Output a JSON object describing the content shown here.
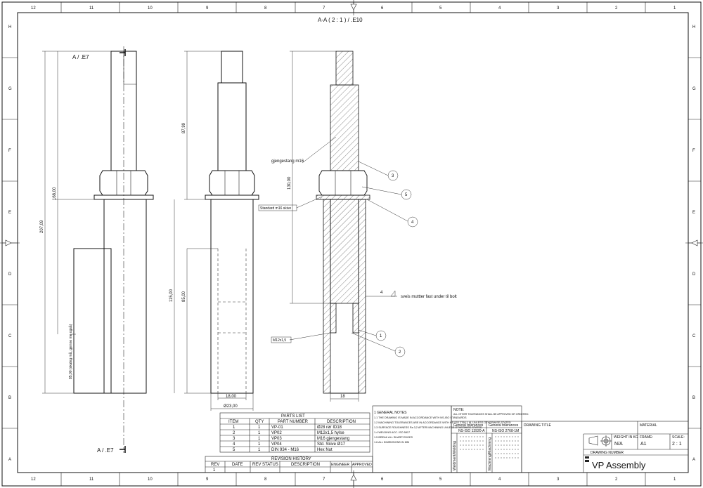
{
  "section_title": "A-A ( 2 : 1 ) / .E10",
  "section_marker_top": "A / .E7",
  "section_marker_bottom": "A / .E7",
  "border_columns": [
    "12",
    "11",
    "10",
    "9",
    "8",
    "7",
    "6",
    "5",
    "4",
    "3",
    "2",
    "1"
  ],
  "border_rows": [
    "H",
    "G",
    "F",
    "E",
    "D",
    "C",
    "B",
    "A"
  ],
  "dimensions": {
    "overall": "207,09",
    "upper": "168,00",
    "vertical_note": "85,00 (skaleg må, gjenne me også)",
    "top_part": "87,99",
    "mid": "115,00",
    "lower": "85,00",
    "width_inner": "18,00",
    "width_outer": "Ø23,00",
    "section_height": "130,00",
    "section_width": "18"
  },
  "annotations": {
    "rod": "gjengestang m16",
    "washer": "Standard m16 skive",
    "thread": "M12x1,5",
    "weld_label": "4",
    "weld_note": "sveis muttter fast under til bolt"
  },
  "balloons": [
    "1",
    "2",
    "3",
    "4",
    "5"
  ],
  "parts_list": {
    "title": "PARTS LIST",
    "headers": [
      "ITEM",
      "QTY",
      "PART NUMBER",
      "DESCRIPTION"
    ],
    "rows": [
      [
        "1",
        "1",
        "VP-01",
        "Ø28 rør ID18"
      ],
      [
        "2",
        "1",
        "VP02",
        "M12x1,5 hylse"
      ],
      [
        "3",
        "1",
        "VP03",
        "M16 gjengestang"
      ],
      [
        "4",
        "1",
        "VP04",
        "Std. Skive Ø17"
      ],
      [
        "5",
        "1",
        "DIN 934 - M16",
        "Hex Nut"
      ]
    ]
  },
  "revision_history": {
    "title": "REVISION HISTORY",
    "headers": [
      "REV",
      "DATE",
      "REV STATUS",
      "DESCRIPTION",
      "ENGINEER",
      "APPROVED"
    ],
    "rows": [
      [
        "1",
        "",
        "",
        "",
        "",
        ""
      ]
    ]
  },
  "notes": {
    "general_title": "1 GENERAL NOTES",
    "general_lines": [
      "1.1 THE DRAWING IS MADE IN ACCORDANCE WITH NS-ISO STANDARDS",
      "1.2 MACHINING TOLERANCES ARE IN ACCORDANCE WITH NS-ISO 2768-1 M, UNLESS OTHERWISE STATED",
      "1.3 SURFACE ROUGHNESS Ra 3,2 AFTER MACHINING UNLESS OTHERWISE STATED",
      "1.4 WELDING ACC. ISO 5817",
      "1.5 BREAK ALL SHARP EDGES",
      "1.6 ALL DIMENSIONS IN MM"
    ],
    "note_title": "NOTE:",
    "note_text": "ALL OTHER TOLERANCES SHALL BE APPROVED OR ORDERED.",
    "tol_left_title": "General tolerances",
    "tol_left_std": "NS-ISO 13920-A",
    "tol_right_title": "General tolerances",
    "tol_right_std": "NS-ISO 2768-1M",
    "tol_left_side": "Weldment/Welding",
    "tol_right_side": "Machining/Machining"
  },
  "title_block": {
    "drawing_title_label": "DRAWING TITLE",
    "material_label": "MATERIAL",
    "weight_label": "WEIGHT IN KG",
    "weight_value": "N/A",
    "frame_label": "FRAME:",
    "frame_value": "A1",
    "scale_label": "SCALE:",
    "scale_value": "2 : 1",
    "drawing_number_label": "DRAWING NUMBER",
    "drawing_title": "VP Assembly"
  }
}
